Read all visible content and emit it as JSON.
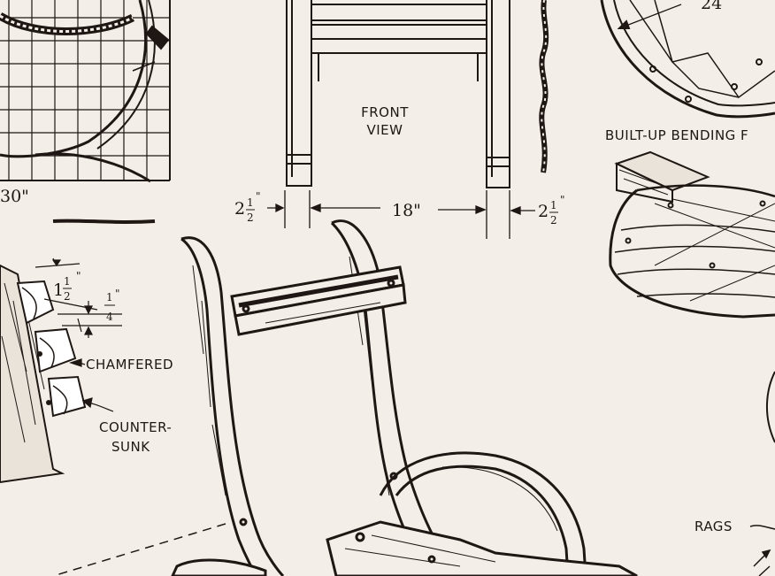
{
  "labels": {
    "front_view_line1": "FRONT",
    "front_view_line2": "VIEW",
    "built_up": "BUILT-UP BENDING F",
    "chamfered": "CHAMFERED",
    "counter_line1": "COUNTER-",
    "counter_line2": "SUNK",
    "rags": "RAGS",
    "dim_24": "24",
    "dim_30": "30\"",
    "dim_18": "18\"",
    "dim_two": "2",
    "frac_one": "1",
    "frac_two": "2",
    "frac_four": "4",
    "frac_inch": "\"",
    "dim_one_small": "1",
    "dim_one_and_half_whole": "1"
  },
  "colors": {
    "ink": "#1e1714",
    "paper": "#f3efe8"
  }
}
